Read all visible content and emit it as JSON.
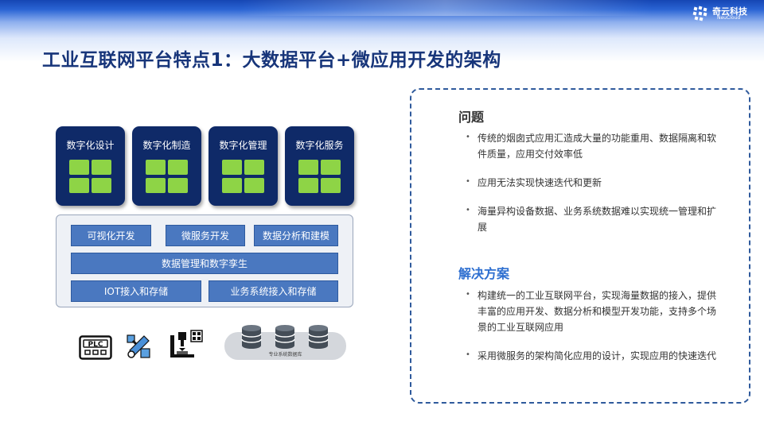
{
  "colors": {
    "title": "#17357a",
    "card_bg": "#0f2a68",
    "card_tile": "#8ed446",
    "button_bg": "#4a78c0",
    "problem_heading": "#333333",
    "solution_heading": "#2e6fd0",
    "panel_border": "#2f5a9c"
  },
  "header": {
    "logo_name": "奇云科技",
    "logo_sub": "NeuCloud",
    "logo_icon": "grid-star-logo"
  },
  "title": "工业互联网平台特点1：大数据平台+微应用开发的架构",
  "app_cards": [
    {
      "label": "数字化设计",
      "icon": "grid-icon"
    },
    {
      "label": "数字化制造",
      "icon": "grid-icon"
    },
    {
      "label": "数字化管理",
      "icon": "grid-icon"
    },
    {
      "label": "数字化服务",
      "icon": "grid-icon"
    }
  ],
  "platform": {
    "row1": [
      "可视化开发",
      "微服务开发",
      "数据分析和建模"
    ],
    "row2": "数据管理和数字孪生",
    "row3": [
      "IOT接入和存储",
      "业务系统接入和存储"
    ]
  },
  "devices": {
    "plc_label": "PLC",
    "icons": [
      "plc-icon",
      "tools-icon",
      "cnc-machine-icon",
      "database-icon"
    ],
    "db_caption": "专业系统数据库"
  },
  "problems": {
    "heading": "问题",
    "items": [
      "传统的烟囱式应用汇造成大量的功能重用、数据隔离和软件质量，应用交付效率低",
      "应用无法实现快速迭代和更新",
      "海量异构设备数据、业务系统数据难以实现统一管理和扩展"
    ]
  },
  "solutions": {
    "heading": "解决方案",
    "items": [
      "构建统一的工业互联网平台，实现海量数据的接入，提供丰富的应用开发、数据分析和模型开发功能，支持多个场景的工业互联网应用",
      "采用微服务的架构简化应用的设计，实现应用的快速迭代"
    ]
  },
  "bullet_glyph": "•"
}
